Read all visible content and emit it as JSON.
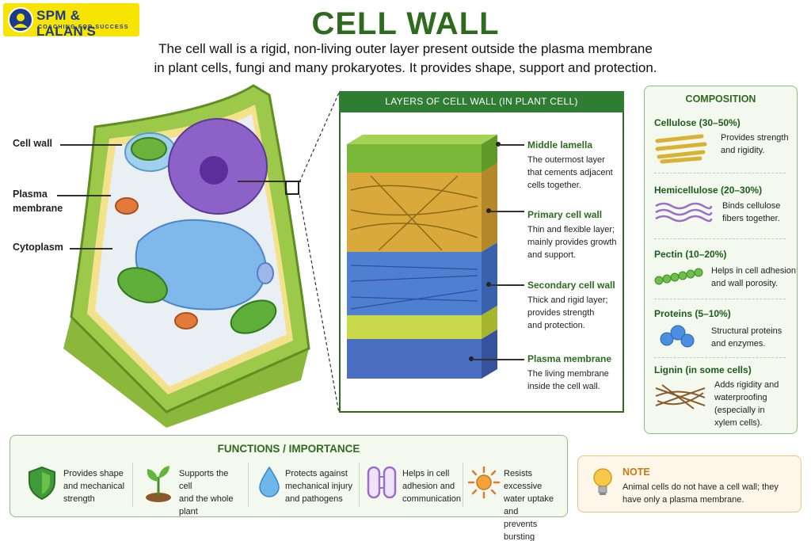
{
  "logo": {
    "name": "SPM & LALAN'S",
    "tagline": "COACHING FOR SUCCESS",
    "color": "#f7e400"
  },
  "title": "CELL WALL",
  "intro": {
    "line1": "The cell wall is a rigid, non-living outer layer present outside the plasma membrane",
    "line2": "in plant cells, fungi and many prokaryotes. It provides shape, support and protection."
  },
  "cell": {
    "labels": {
      "cell_wall": "Cell wall",
      "plasma": "Plasma",
      "membrane": "membrane",
      "cytoplasm": "Cytoplasm"
    }
  },
  "layers": {
    "heading": "LAYERS OF CELL WALL (IN PLANT CELL)",
    "items": [
      {
        "name": "Middle lamella",
        "desc": [
          "The outermost layer",
          "that cements adjacent",
          "cells together."
        ]
      },
      {
        "name": "Primary cell wall",
        "desc": [
          "Thin and flexible layer;",
          "mainly provides growth",
          "and support."
        ]
      },
      {
        "name": "Secondary cell wall",
        "desc": [
          "Thick and rigid layer;",
          "provides strength",
          "and protection."
        ]
      },
      {
        "name": "Plasma membrane",
        "desc": [
          "The living membrane",
          "inside the cell wall."
        ]
      }
    ],
    "colors": {
      "lamella": "#7ab83a",
      "primary": "#d9a93c",
      "secondary": "#4f7fd1",
      "membrane_band": "#c9d94a",
      "membrane": "#4a6fc2"
    }
  },
  "composition": {
    "heading": "COMPOSITION",
    "items": [
      {
        "title": "Cellulose (30–50%)",
        "desc": [
          "Provides strength",
          "and rigidity."
        ],
        "icon": "cellulose-fibers-icon"
      },
      {
        "title": "Hemicellulose (20–30%)",
        "desc": [
          "Binds cellulose",
          "fibers together."
        ],
        "icon": "wavy-strands-icon"
      },
      {
        "title": "Pectin (10–20%)",
        "desc": [
          "Helps in cell adhesion",
          "and wall porosity."
        ],
        "icon": "bead-chain-icon"
      },
      {
        "title": "Proteins (5–10%)",
        "desc": [
          "Structural proteins",
          "and enzymes."
        ],
        "icon": "protein-molecule-icon"
      },
      {
        "title": "Lignin (in some cells)",
        "desc": [
          "Adds rigidity and",
          "waterproofing",
          "(especially in",
          "xylem cells)."
        ],
        "icon": "lignin-mesh-icon"
      }
    ]
  },
  "functions": {
    "heading": "FUNCTIONS / IMPORTANCE",
    "items": [
      {
        "lines": [
          "Provides shape",
          "and mechanical",
          "strength"
        ],
        "icon": "shield-icon"
      },
      {
        "lines": [
          "Supports the cell",
          "and the whole",
          "plant"
        ],
        "icon": "sprout-icon"
      },
      {
        "lines": [
          "Protects against",
          "mechanical injury",
          "and pathogens"
        ],
        "icon": "water-drop-icon"
      },
      {
        "lines": [
          "Helps in cell",
          "adhesion and",
          "communication"
        ],
        "icon": "cell-junction-icon"
      },
      {
        "lines": [
          "Resists excessive",
          "water uptake and",
          "prevents bursting"
        ],
        "icon": "burst-icon"
      }
    ]
  },
  "note": {
    "heading": "NOTE",
    "lines": [
      "Animal cells do not have a cell wall; they",
      "have only a plasma membrane."
    ],
    "icon": "lightbulb-icon"
  }
}
